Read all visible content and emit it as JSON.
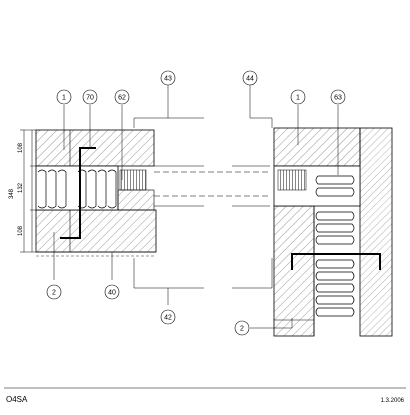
{
  "drawing": {
    "code": "O4SA",
    "date": "1.3.2006"
  },
  "dimensions": {
    "total": "348",
    "top": "108",
    "middle": "132",
    "bottom": "108"
  },
  "callouts": {
    "left_1": "1",
    "left_70": "70",
    "left_62": "62",
    "center_43": "43",
    "center_44": "44",
    "right_1": "1",
    "right_63": "63",
    "left_2": "2",
    "left_40": "40",
    "center_42": "42",
    "right_2": "2"
  }
}
